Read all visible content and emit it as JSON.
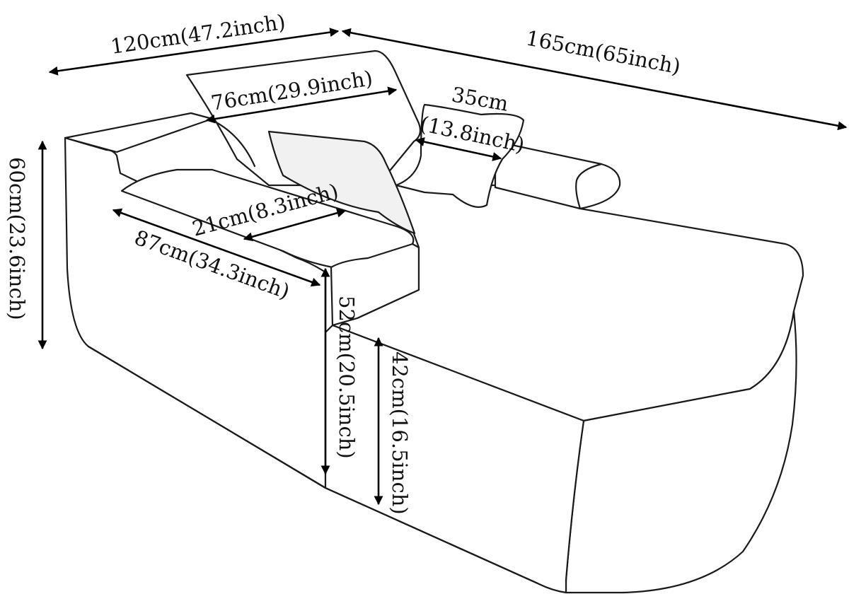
{
  "diagram": {
    "dimensions": [
      {
        "id": "total-width",
        "label": "120cm(47.2inch)"
      },
      {
        "id": "total-depth",
        "label": "165cm(65inch)"
      },
      {
        "id": "backrest-width",
        "label": "76cm(29.9inch)"
      },
      {
        "id": "pillow-width-cm",
        "label": "35cm"
      },
      {
        "id": "pillow-width-inch",
        "label": "(13.8inch)"
      },
      {
        "id": "armrest-width",
        "label": "21cm(8.3inch)"
      },
      {
        "id": "armrest-length",
        "label": "87cm(34.3inch)"
      },
      {
        "id": "total-height",
        "label": "60cm(23.6inch)"
      },
      {
        "id": "armrest-height",
        "label": "52cm(20.5inch)"
      },
      {
        "id": "seat-height",
        "label": "42cm(16.5inch)"
      }
    ]
  }
}
